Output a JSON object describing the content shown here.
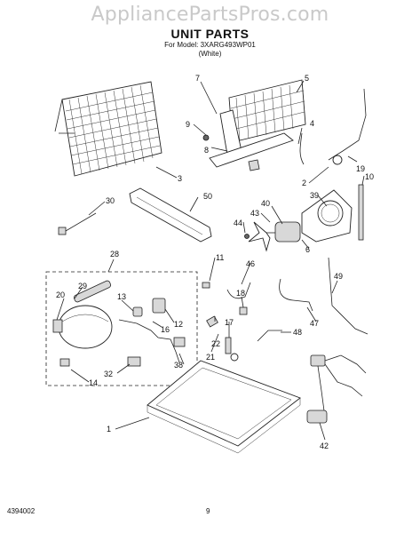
{
  "watermark": "AppliancePartsPros.com",
  "header": {
    "title": "UNIT PARTS",
    "model_line": "For Model: 3XARG493WP01",
    "color_line": "(White)"
  },
  "footer": {
    "doc_number": "4394002",
    "page_number": "9"
  },
  "callouts": {
    "n1": "1",
    "n2": "2",
    "n3": "3",
    "n4": "4",
    "n5": "5",
    "n6": "6",
    "n7": "7",
    "n8": "8",
    "n9": "9",
    "n10": "10",
    "n11": "11",
    "n12": "12",
    "n13": "13",
    "n14": "14",
    "n16": "16",
    "n17": "17",
    "n18": "18",
    "n19": "19",
    "n20": "20",
    "n21": "21",
    "n22": "22",
    "n28": "28",
    "n29": "29",
    "n30": "30",
    "n32": "32",
    "n38": "38",
    "n39": "39",
    "n40": "40",
    "n42": "42",
    "n43": "43",
    "n44": "44",
    "n46": "46",
    "n47": "47",
    "n48": "48",
    "n49": "49",
    "n50": "50"
  }
}
